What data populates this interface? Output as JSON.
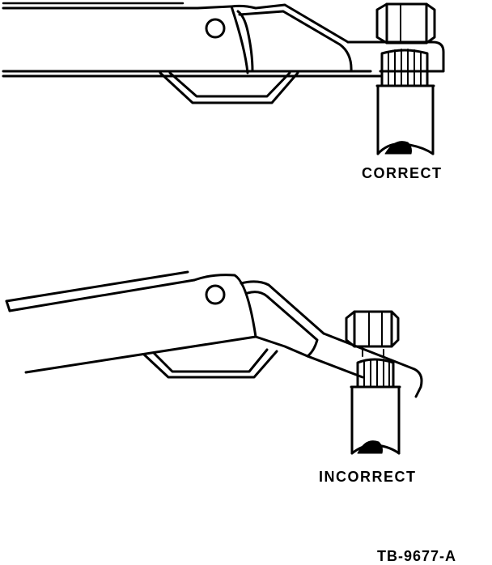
{
  "labels": {
    "correct": "CORRECT",
    "incorrect": "INCORRECT",
    "figure_id": "TB-9677-A"
  },
  "colors": {
    "ink": "#000000",
    "paper": "#ffffff"
  }
}
